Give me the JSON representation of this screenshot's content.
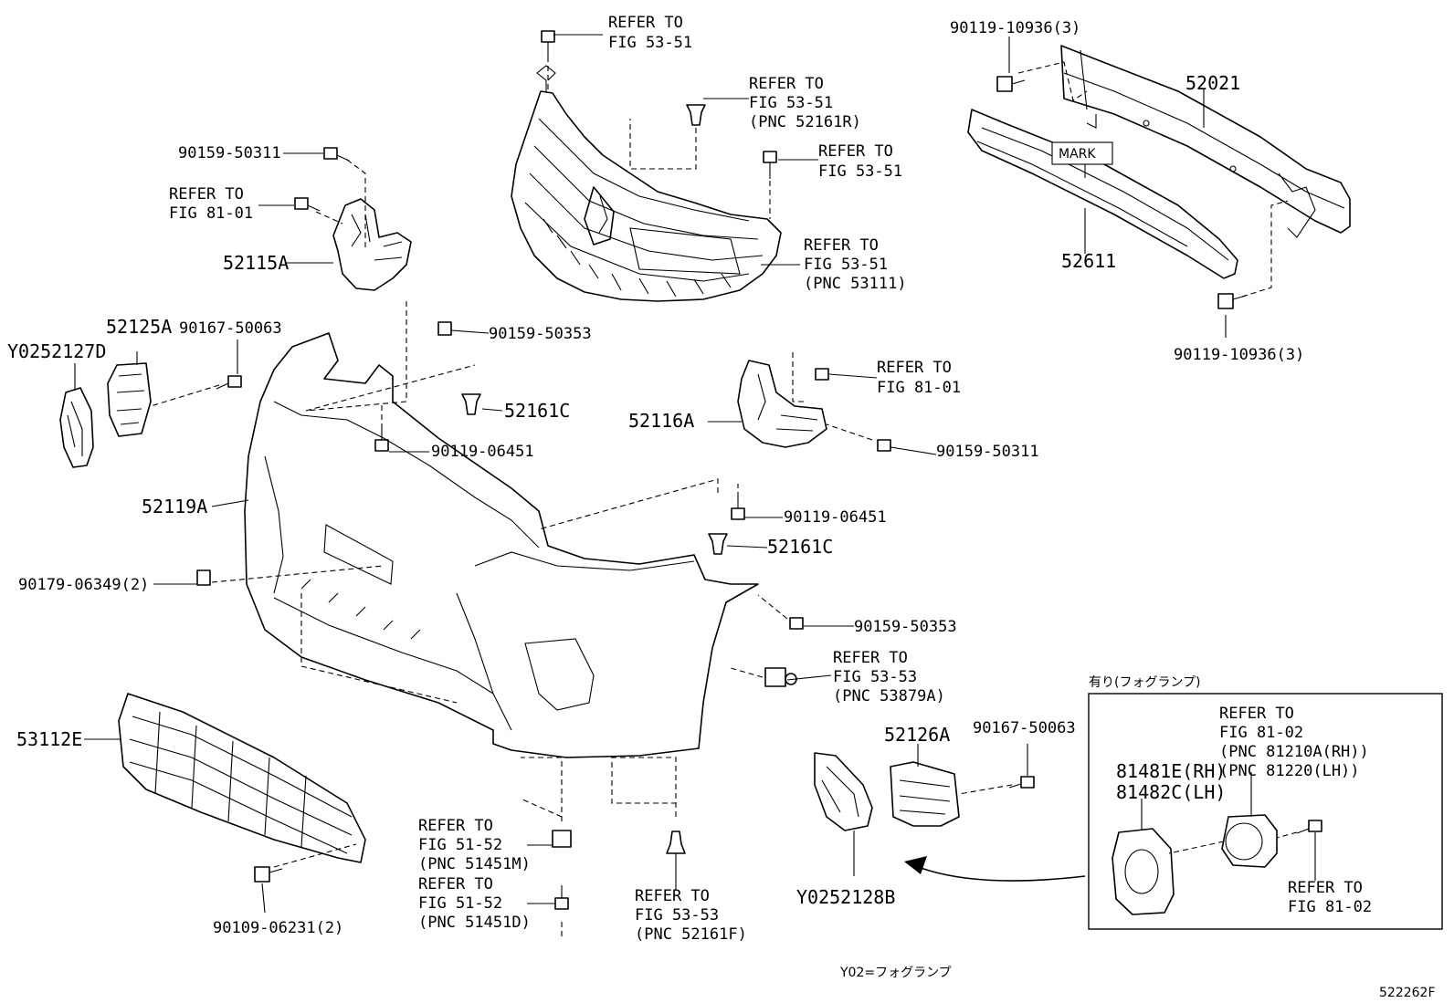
{
  "diagram_code": "522262F",
  "footnote": "Y02=フォグランプ",
  "fog_box_title": "有り(フォグランプ)",
  "labels": {
    "refer_53_51_top": [
      "REFER TO",
      "FIG 53-51"
    ],
    "refer_53_51_clip": [
      "REFER TO",
      "FIG 53-51",
      "(PNC 52161R)"
    ],
    "refer_53_51_mid": [
      "REFER TO",
      "FIG 53-51"
    ],
    "refer_53_51_grille": [
      "REFER TO",
      "FIG 53-51",
      "(PNC 53111)"
    ],
    "p_90119_10936_top": "90119-10936(3)",
    "p_52021": "52021",
    "mark": "MARK",
    "p_52611": "52611",
    "p_90119_10936_bot": "90119-10936(3)",
    "p_90159_50311_top": "90159-50311",
    "refer_81_01_left": [
      "REFER TO",
      "FIG 81-01"
    ],
    "p_52115A": "52115A",
    "p_90159_50353_top": "90159-50353",
    "p_52125A": "52125A",
    "p_90167_50063_left": "90167-50063",
    "p_Y0252127D": "Y0252127D",
    "p_52161C_top": "52161C",
    "p_90119_06451_top": "90119-06451",
    "refer_81_01_right": [
      "REFER TO",
      "FIG 81-01"
    ],
    "p_52116A": "52116A",
    "p_90159_50311_right": "90159-50311",
    "p_52119A": "52119A",
    "p_90119_06451_right": "90119-06451",
    "p_52161C_right": "52161C",
    "p_90179_06349": "90179-06349(2)",
    "p_90159_50353_right": "90159-50353",
    "refer_53_53_right": [
      "REFER TO",
      "FIG 53-53",
      "(PNC 53879A)"
    ],
    "p_53112E": "53112E",
    "p_52126A": "52126A",
    "p_90167_50063_right": "90167-50063",
    "refer_81_02_lamp": [
      "REFER TO",
      "FIG 81-02",
      "(PNC 81210A(RH))",
      "(PNC 81220(LH))"
    ],
    "p_81481E": "81481E(RH)",
    "p_81482C": "81482C(LH)",
    "refer_51_52_a": [
      "REFER TO",
      "FIG 51-52",
      "(PNC 51451M)"
    ],
    "refer_51_52_b": [
      "REFER TO",
      "FIG 51-52",
      "(PNC 51451D)"
    ],
    "refer_53_53_bottom": [
      "REFER TO",
      "FIG 53-53",
      "(PNC 52161F)"
    ],
    "p_Y0252128B": "Y0252128B",
    "refer_81_02_screw": [
      "REFER TO",
      "FIG 81-02"
    ],
    "p_90109_06231": "90109-06231(2)"
  }
}
